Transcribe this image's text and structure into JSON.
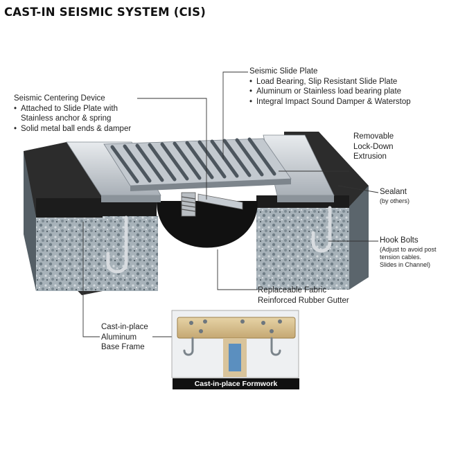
{
  "title": "CAST-IN SEISMIC SYSTEM (CIS)",
  "labels": {
    "slide_plate": {
      "heading": "Seismic Slide Plate",
      "bullets": [
        "Load Bearing, Slip Resistant Slide Plate",
        "Aluminum or Stainless load bearing plate",
        "Integral Impact Sound Damper & Waterstop"
      ]
    },
    "centering_device": {
      "heading": "Seismic Centering Device",
      "bullet1_line1": "Attached to Slide Plate with",
      "bullet1_line2": "Stainless anchor & spring",
      "bullet2": "Solid metal ball ends & damper"
    },
    "extrusion": {
      "line1": "Removable",
      "line2": "Lock-Down",
      "line3": "Extrusion"
    },
    "sealant": {
      "heading": "Sealant",
      "note": "(by others)"
    },
    "hook_bolts": {
      "heading": "Hook Bolts",
      "note_line1": "(Adjust to avoid post",
      "note_line2": "tension cables.",
      "note_line3": "Slides in Channel)"
    },
    "gutter": {
      "line1": "Replaceable Fabric",
      "line2": "Reinforced Rubber Gutter"
    },
    "base_frame": {
      "line1": "Cast-in-place",
      "line2": "Aluminum",
      "line3": "Base Frame"
    }
  },
  "inset_caption": "Cast-in-place Formwork",
  "colors": {
    "concrete": "#9aa6ad",
    "aluminum": "#c9ced3",
    "gasket": "#111111",
    "caption_bg": "#111111",
    "formwork_wood": "#d8c08f",
    "foam": "#5b8fbf"
  }
}
